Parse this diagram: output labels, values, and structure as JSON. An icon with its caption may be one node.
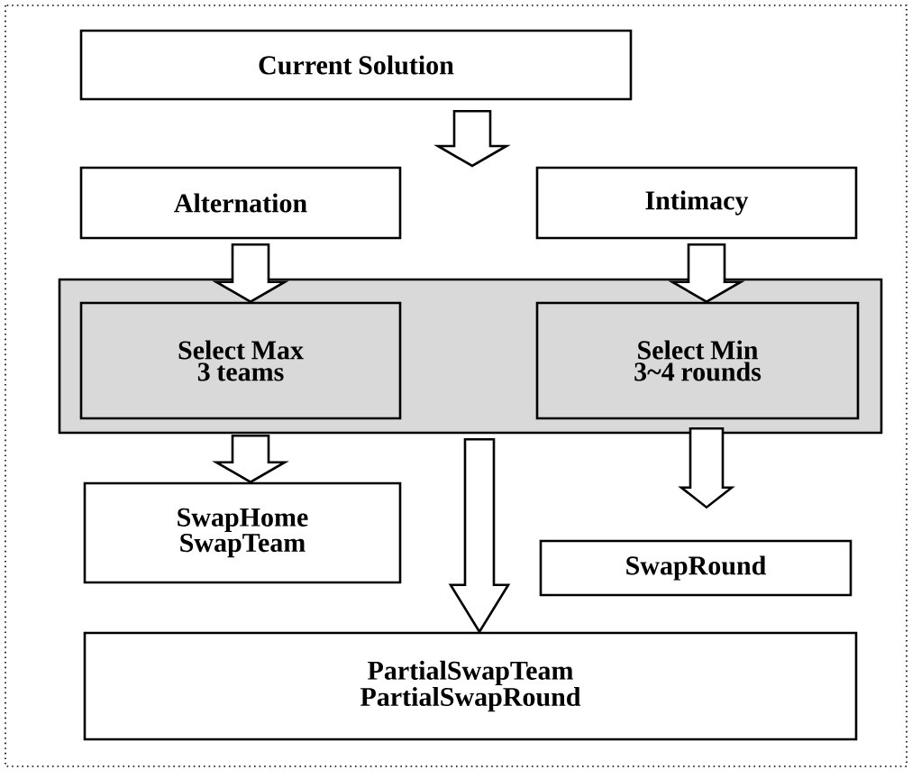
{
  "diagram": {
    "nodes": [
      {
        "text": [
          "Current Solution"
        ]
      },
      {
        "text": [
          "Alternation"
        ]
      },
      {
        "text": [
          "Intimacy"
        ]
      },
      {
        "text": [],
        "shape": "box"
      },
      {
        "text": [
          "Select Max 3 teams"
        ],
        "in": 3
      },
      {
        "text": [
          "Select Min 3~4 rounds"
        ],
        "in": 3
      },
      {
        "text": [
          "SwapHome SwapTeam"
        ]
      },
      {
        "text": [
          "SwapRound"
        ]
      },
      {
        "text": [
          "PartialSwapTeam PartialSwapRound"
        ]
      }
    ],
    "edges": [
      {
        "from": 0,
        "to": null,
        "arrow": "to"
      },
      {
        "from": 1,
        "to": 4,
        "arrow": "to"
      },
      {
        "from": 2,
        "to": 5,
        "arrow": "to"
      },
      {
        "from": 4,
        "to": 6,
        "arrow": "to"
      },
      {
        "from": 5,
        "to": 7,
        "arrow": "to"
      },
      {
        "from": 3,
        "to": 8,
        "arrow": "to"
      }
    ]
  }
}
